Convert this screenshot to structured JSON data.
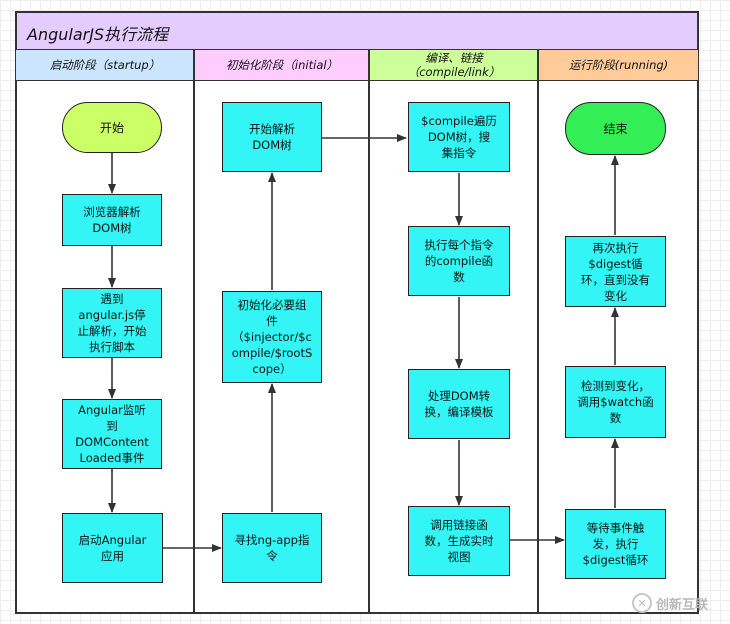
{
  "title": "AngularJS执行流程",
  "lanes": [
    {
      "label": "启动阶段（startup）",
      "color": "#cce5ff"
    },
    {
      "label": "初始化阶段（initial）",
      "color": "#ffccff"
    },
    {
      "label": "编译、链接\n（compile/link）",
      "color": "#ccff99"
    },
    {
      "label": "运行阶段(running)",
      "color": "#ffcc99"
    }
  ],
  "nodes": {
    "start": "开始",
    "browser_parse": "浏览器解析\nDOM树",
    "angular_js": "遇到\nangular.js停\n止解析，开始\n执行脚本",
    "angular_listen": "Angular监听\n到\nDOMContent\nLoaded事件",
    "start_angular": "启动Angular\n应用",
    "find_ngapp": "寻找ng-app指\n令",
    "init_components": "初始化必要组\n件\n（$injector/$c\nompile/$rootS\ncope）",
    "parse_dom": "开始解析\nDOM树",
    "compile_traverse": "$compile遍历\nDOM树，搜\n集指令",
    "exec_compile": "执行每个指令\n的compile函\n数",
    "process_dom": "处理DOM转\n换，编译模板",
    "call_link": "调用链接函\n数，生成实时\n视图",
    "wait_event": "等待事件触\n发，执行\n$digest循环",
    "detect_change": "检测到变化，\n调用$watch函\n数",
    "digest_again": "再次执行\n$digest循\n环，直到没有\n变化",
    "end": "结束"
  },
  "colors": {
    "title_bg": "#e5ccff",
    "node_fill": "#33f5f5",
    "start_fill": "#ccff66",
    "end_fill": "#33ee55"
  },
  "watermark": {
    "logo": "✕",
    "text": "创新互联"
  }
}
